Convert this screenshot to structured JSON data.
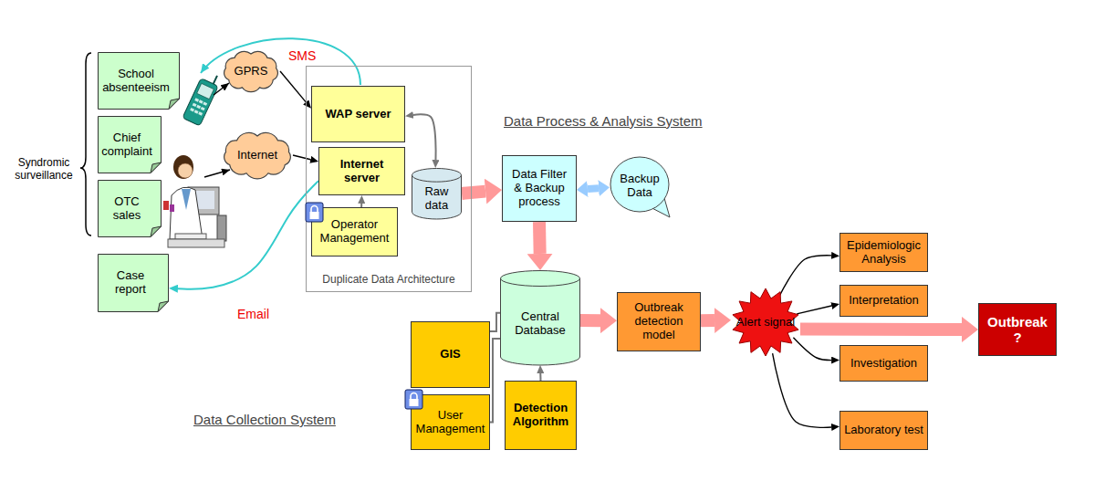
{
  "diagram": {
    "nodes": [
      {
        "text": [
          "School absenteeism"
        ]
      },
      {
        "text": [
          "Chief complaint"
        ]
      },
      {
        "text": [
          "OTC sales"
        ]
      },
      {
        "text": [
          "Case report"
        ]
      },
      {
        "text": [
          "GPRS"
        ]
      },
      {
        "text": [
          "Internet"
        ]
      },
      {
        "text": [
          "Duplicate Data Architecture"
        ]
      },
      {
        "text": [
          "WAP server"
        ],
        "in": 6
      },
      {
        "text": [
          "Internet server"
        ],
        "in": 6
      },
      {
        "text": [
          "Operator Management"
        ],
        "in": 6
      },
      {
        "text": [
          "Raw data"
        ],
        "in": 6
      },
      {
        "text": [
          "Data Filter & Backup process"
        ]
      },
      {
        "text": [
          "Backup Data"
        ]
      },
      {
        "text": [
          "Central Database"
        ]
      },
      {
        "text": [
          "GIS"
        ]
      },
      {
        "text": [
          "User Management"
        ]
      },
      {
        "text": [
          "Detection Algorithm"
        ]
      },
      {
        "text": [
          "Outbreak detection model"
        ]
      },
      {
        "text": [
          "Alert signal"
        ]
      },
      {
        "text": [
          "Epidemiologic Analysis"
        ]
      },
      {
        "text": [
          "Interpretation"
        ]
      },
      {
        "text": [
          "Investigation"
        ]
      },
      {
        "text": [
          "Laboratory test"
        ]
      },
      {
        "text": [
          "Outbreak ?"
        ]
      }
    ],
    "edges": [
      {
        "from": 4,
        "to": 7,
        "arrow": "to"
      },
      {
        "from": 5,
        "to": 8,
        "arrow": "to"
      },
      {
        "from": 7,
        "to": 10,
        "arrow": "both"
      },
      {
        "from": 9,
        "to": 8,
        "arrow": "to"
      },
      {
        "from": 8,
        "to": 3,
        "label": "Email",
        "arrow": "to"
      },
      {
        "from": 10,
        "to": 11,
        "arrow": "to"
      },
      {
        "from": 11,
        "to": 12,
        "arrow": "both"
      },
      {
        "from": 11,
        "to": 13,
        "arrow": "to"
      },
      {
        "from": 14,
        "to": 13,
        "arrow": "none"
      },
      {
        "from": 15,
        "to": 13,
        "arrow": "none"
      },
      {
        "from": 16,
        "to": 13,
        "arrow": "to"
      },
      {
        "from": 13,
        "to": 17,
        "arrow": "to"
      },
      {
        "from": 17,
        "to": 18,
        "arrow": "to"
      },
      {
        "from": 18,
        "to": 19,
        "arrow": "to"
      },
      {
        "from": 18,
        "to": 20,
        "arrow": "to"
      },
      {
        "from": 18,
        "to": 21,
        "arrow": "to"
      },
      {
        "from": 18,
        "to": 22,
        "arrow": "to"
      },
      {
        "from": 18,
        "to": 23,
        "arrow": "to"
      }
    ],
    "labels": [
      "Syndromic surveillance",
      "SMS",
      "Data Process & Analysis System",
      "Data Collection System"
    ]
  }
}
